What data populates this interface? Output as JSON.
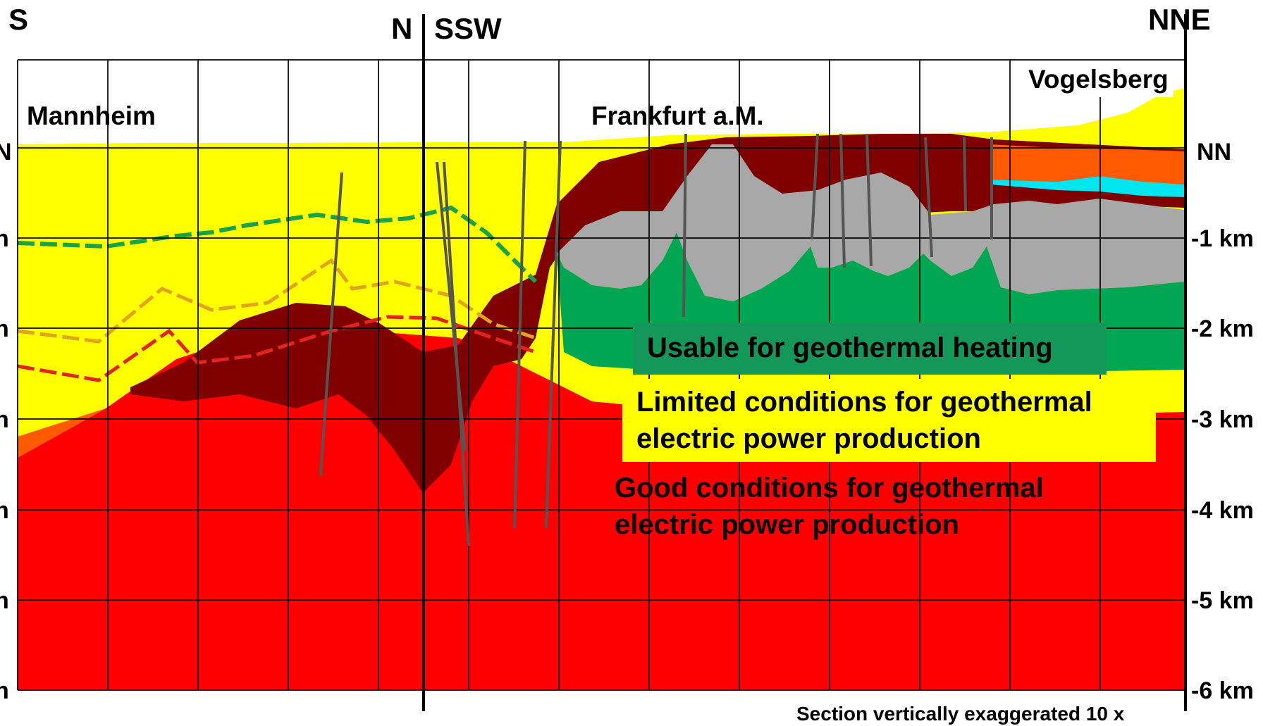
{
  "directions": {
    "left_end": "S",
    "fold_left": "N",
    "fold_right": "SSW",
    "right_end": "NNE"
  },
  "places": {
    "mannheim": "Mannheim",
    "frankfurt": "Frankfurt a.M.",
    "vogelsberg": "Vogelsberg"
  },
  "depth_labels_left": [
    "N",
    "n",
    "n",
    "n",
    "n",
    "n",
    "n"
  ],
  "depth_labels_right": [
    "NN",
    "-1 km",
    "-2 km",
    "-3 km",
    "-4 km",
    "-5 km",
    "-6 km"
  ],
  "zones": {
    "heating": "Usable for geothermal heating",
    "limited_line1": "Limited conditions for geothermal",
    "limited_line2": "electric power production",
    "good_line1": "Good conditions for geothermal",
    "good_line2": "electric power production"
  },
  "note": "Section vertically exaggerated 10 x",
  "colors": {
    "yellow": "#ffff00",
    "red": "#ff0000",
    "dark_red": "#800000",
    "grey": "#a8a8a8",
    "green": "#00a651",
    "orange": "#ff5a00",
    "cyan": "#00e5f0",
    "heating_box": "#13985a"
  }
}
